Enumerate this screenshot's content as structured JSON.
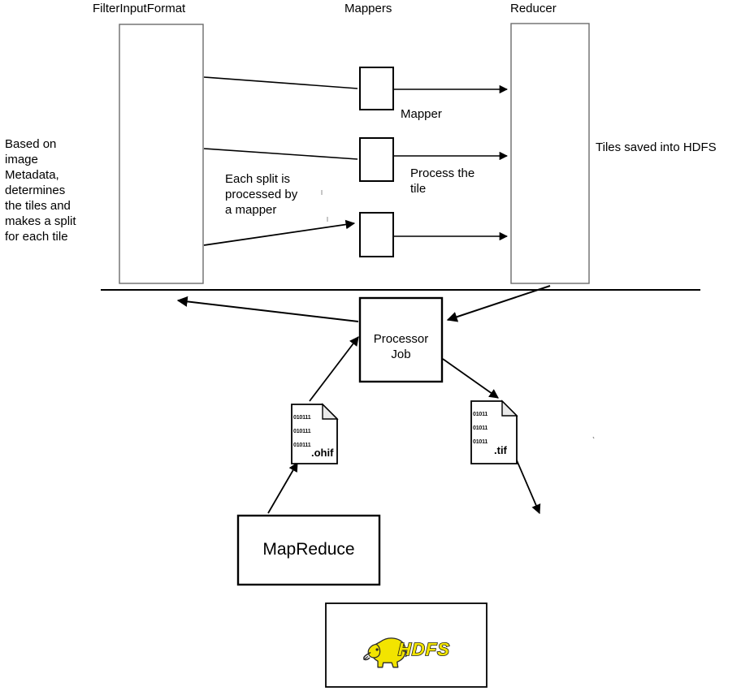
{
  "diagram": {
    "title_hidden": "HDFS image processing MapReduce pipeline",
    "headers": [
      {
        "id": "filterinputformat",
        "label": "FilterInputFormat"
      },
      {
        "id": "mappers",
        "label": "Mappers"
      },
      {
        "id": "reducer",
        "label": "Reducer"
      }
    ],
    "annotations": [
      {
        "id": "left-note",
        "label": "Based on\nimage\nMetadata,\ndetermines\nthe tiles and\nmakes a split\nfor each tile"
      },
      {
        "id": "split-note",
        "label": "Each split is\nprocessed by\na mapper"
      },
      {
        "id": "mapper-note",
        "label": "Mapper"
      },
      {
        "id": "process-note",
        "label": "Process the\ntile"
      },
      {
        "id": "tiles-note",
        "label": "Tiles saved into HDFS"
      }
    ],
    "boxes": [
      {
        "id": "filterinputformat-box",
        "label": ""
      },
      {
        "id": "mapper-box-1",
        "label": ""
      },
      {
        "id": "mapper-box-2",
        "label": ""
      },
      {
        "id": "mapper-box-3",
        "label": ""
      },
      {
        "id": "reducer-box",
        "label": ""
      },
      {
        "id": "processor-job-box",
        "label": "Processor\nJob"
      },
      {
        "id": "mapreduce-box",
        "label": "MapReduce"
      },
      {
        "id": "hdfs-box",
        "label": ""
      }
    ],
    "files": [
      {
        "id": "ohif-file",
        "extension": ".ohif",
        "binary_lines": [
          "010111",
          "010111",
          "010111"
        ]
      },
      {
        "id": "tif-file",
        "extension": ".tif",
        "binary_lines": [
          "01011",
          "01011",
          "01011"
        ]
      }
    ],
    "logo": {
      "id": "hdfs-logo",
      "text": "HDFS",
      "color": "#f2e400",
      "outline": "#1a1a1a"
    },
    "colors": {
      "stroke": "#000000",
      "thin_stroke": "#6b6b6b",
      "background": "#ffffff",
      "logo_yellow": "#f2e400"
    }
  }
}
